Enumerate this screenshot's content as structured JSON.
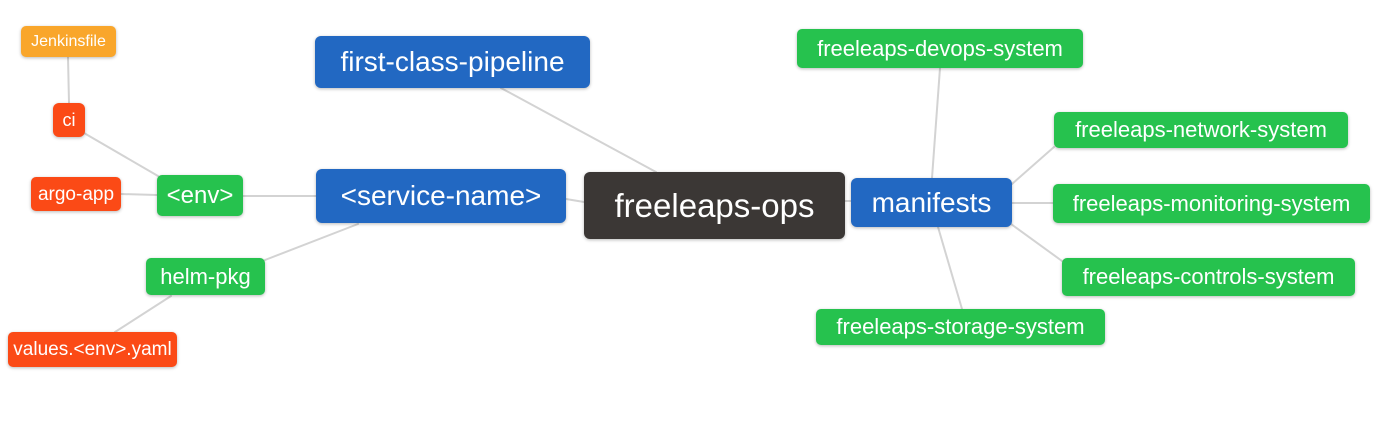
{
  "diagram": {
    "type": "mindmap",
    "root_label": "freeleaps-ops"
  },
  "colors": {
    "root_bg": "#3b3735",
    "branch_blue": "#2268c2",
    "node_green": "#26c24e",
    "node_red": "#fb4a16",
    "node_amber": "#f9a62b",
    "edge_gray": "#d3d3d3",
    "text": "#ffffff",
    "canvas_bg": "#ffffff"
  },
  "nodes": {
    "freeleaps_ops": {
      "label": "freeleaps-ops",
      "color": "#3b3735"
    },
    "first_class_pipeline": {
      "label": "first-class-pipeline",
      "color": "#2268c2"
    },
    "service_name": {
      "label": "<service-name>",
      "color": "#2268c2"
    },
    "manifests": {
      "label": "manifests",
      "color": "#2268c2"
    },
    "env": {
      "label": "<env>",
      "color": "#26c24e"
    },
    "helm_pkg": {
      "label": "helm-pkg",
      "color": "#26c24e"
    },
    "ci": {
      "label": "ci",
      "color": "#fb4a16"
    },
    "argo_app": {
      "label": "argo-app",
      "color": "#fb4a16"
    },
    "values_env_yaml": {
      "label": "values.<env>.yaml",
      "color": "#fb4a16"
    },
    "jenkinsfile": {
      "label": "Jenkinsfile",
      "color": "#f9a62b"
    },
    "devops_system": {
      "label": "freeleaps-devops-system",
      "color": "#26c24e"
    },
    "network_system": {
      "label": "freeleaps-network-system",
      "color": "#26c24e"
    },
    "monitoring_system": {
      "label": "freeleaps-monitoring-system",
      "color": "#26c24e"
    },
    "controls_system": {
      "label": "freeleaps-controls-system",
      "color": "#26c24e"
    },
    "storage_system": {
      "label": "freeleaps-storage-system",
      "color": "#26c24e"
    }
  },
  "edges": [
    {
      "from": "jenkinsfile",
      "to": "ci"
    },
    {
      "from": "ci",
      "to": "env"
    },
    {
      "from": "argo_app",
      "to": "env"
    },
    {
      "from": "env",
      "to": "service_name"
    },
    {
      "from": "helm_pkg",
      "to": "service_name"
    },
    {
      "from": "values_env_yaml",
      "to": "helm_pkg"
    },
    {
      "from": "first_class_pipeline",
      "to": "freeleaps_ops"
    },
    {
      "from": "service_name",
      "to": "freeleaps_ops"
    },
    {
      "from": "freeleaps_ops",
      "to": "manifests"
    },
    {
      "from": "manifests",
      "to": "devops_system"
    },
    {
      "from": "manifests",
      "to": "network_system"
    },
    {
      "from": "manifests",
      "to": "monitoring_system"
    },
    {
      "from": "manifests",
      "to": "controls_system"
    },
    {
      "from": "manifests",
      "to": "storage_system"
    }
  ]
}
